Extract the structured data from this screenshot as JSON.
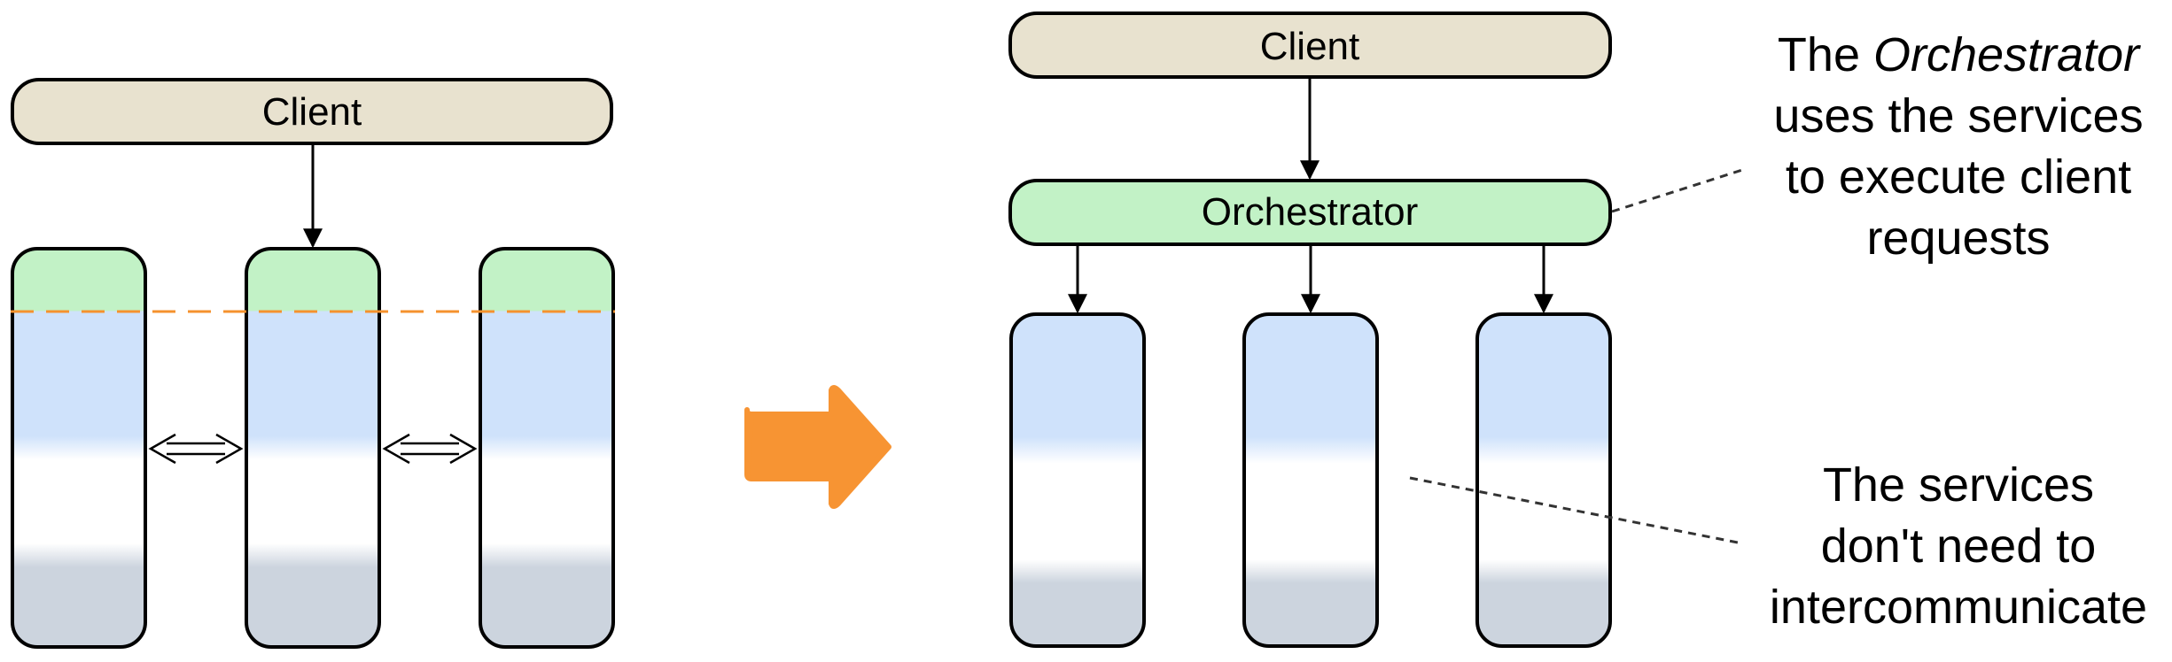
{
  "left": {
    "client_label": "Client"
  },
  "right": {
    "client_label": "Client",
    "orchestrator_label": "Orchestrator"
  },
  "notes": {
    "orchestrator": {
      "line1_pre": "The ",
      "line1_em": "Orchestrator",
      "line2": "uses the services",
      "line3": "to execute client",
      "line4": "requests"
    },
    "services": {
      "line1": "The services",
      "line2": "don't need to",
      "line3": "intercommunicate"
    }
  },
  "colors": {
    "client_fill": "#e8e2cf",
    "orchestrator_fill": "#c2f2c6",
    "service_top": "#cfe2fb",
    "service_mid": "#ffffff",
    "service_bottom": "#ccd4de",
    "divider": "#f5922e",
    "transition_arrow": "#f79433",
    "stroke": "#000000"
  }
}
